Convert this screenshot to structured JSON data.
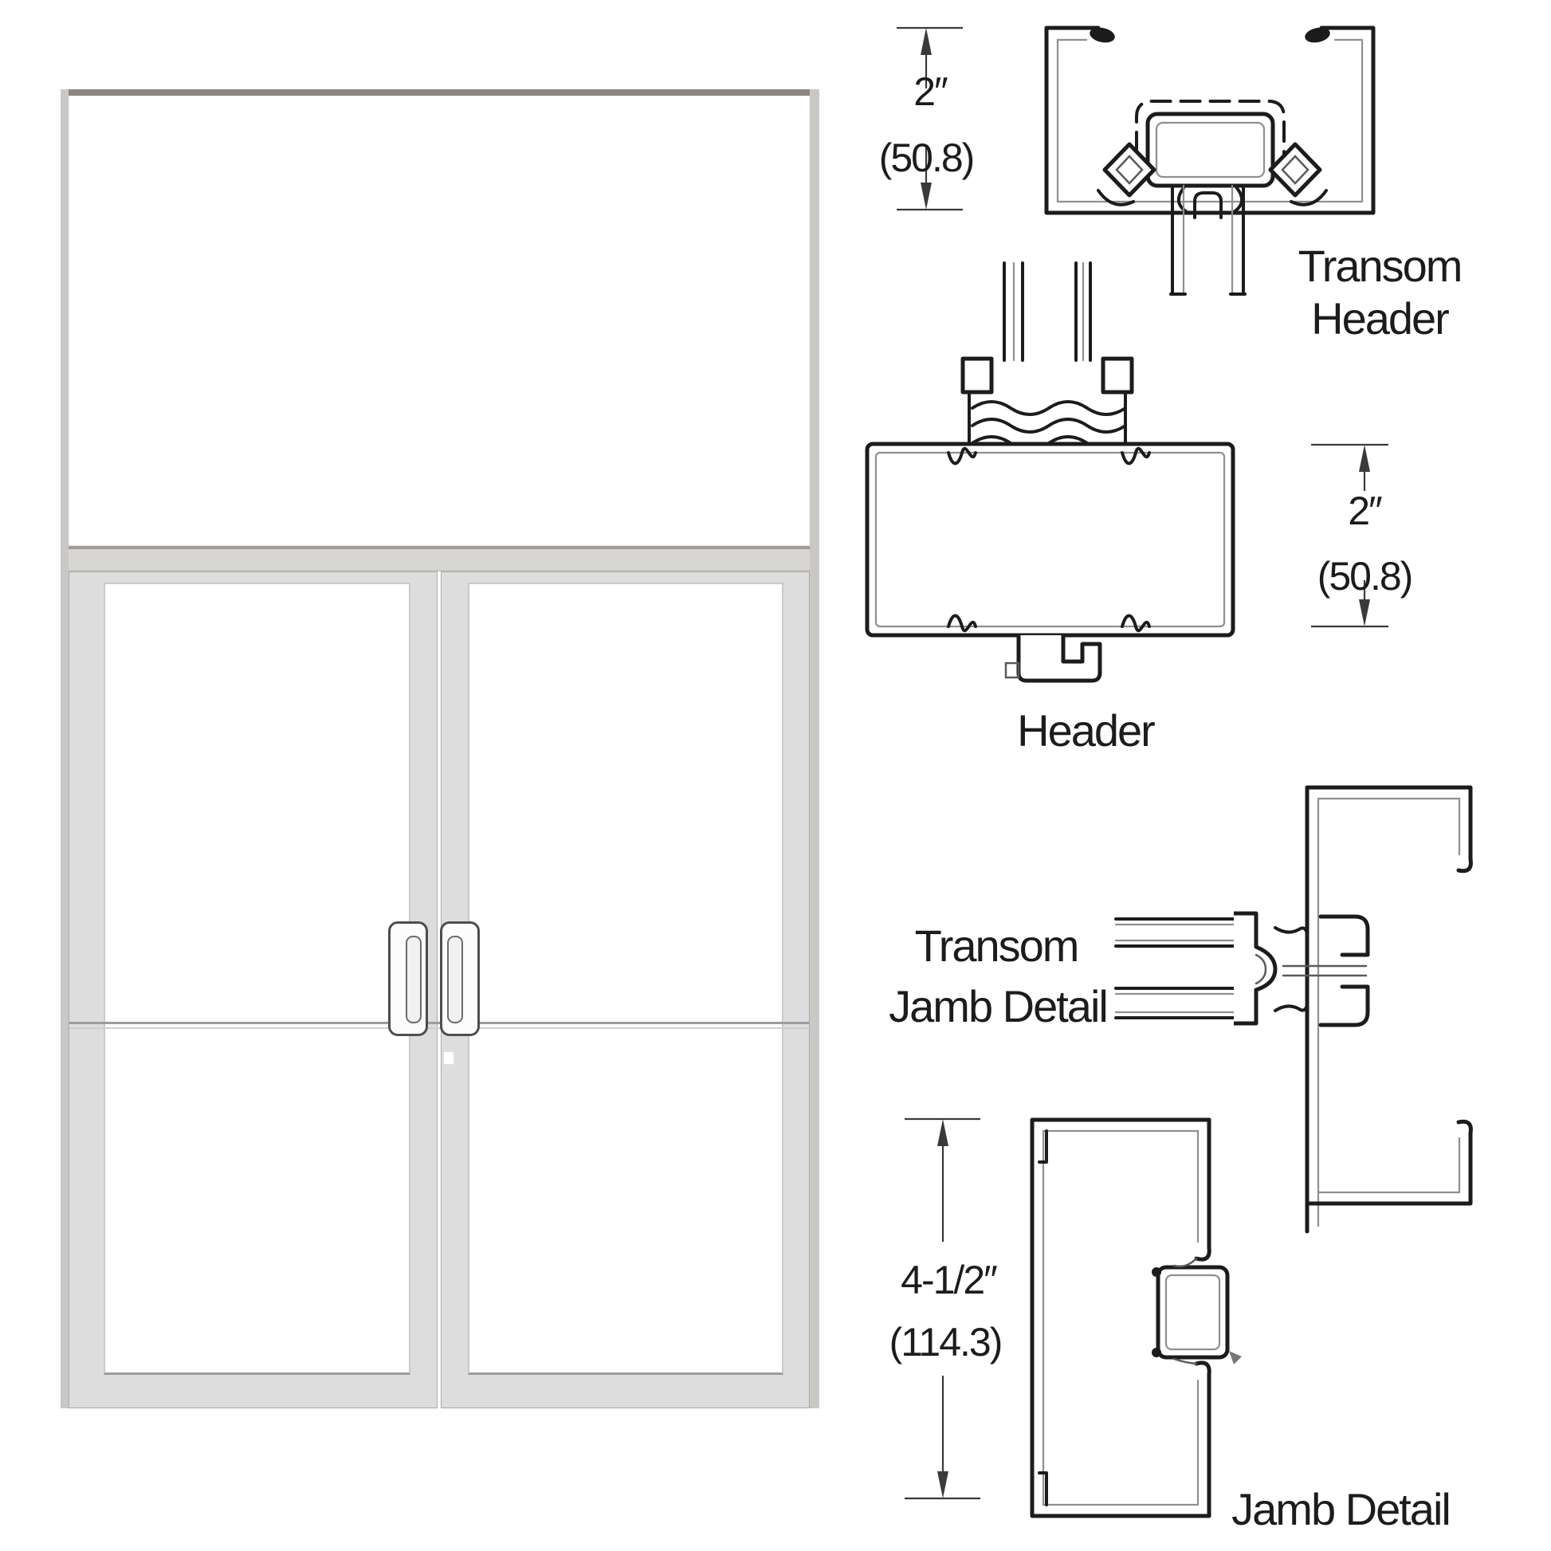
{
  "colors": {
    "line": "#1c1c1c",
    "secondary_line": "#8f8f8f",
    "dim": "#3a3a3a",
    "frame_top": "#8d8680",
    "frame_side": "#cac8c4",
    "leaf": "#dddddd",
    "transom_bar": "#d8d6d2",
    "glass": "#ffffff"
  },
  "details": {
    "transom_header": {
      "label": [
        "Transom",
        "Header"
      ],
      "dimension": {
        "inches": "2″",
        "millimeters": "(50.8)"
      }
    },
    "header": {
      "label": "Header",
      "dimension": {
        "inches": "2″",
        "millimeters": "(50.8)"
      }
    },
    "transom_jamb": {
      "label": [
        "Transom",
        "Jamb Detail"
      ]
    },
    "jamb": {
      "label": "Jamb Detail",
      "dimension": {
        "inches": "4-1/2″",
        "millimeters": "(114.3)"
      }
    }
  }
}
